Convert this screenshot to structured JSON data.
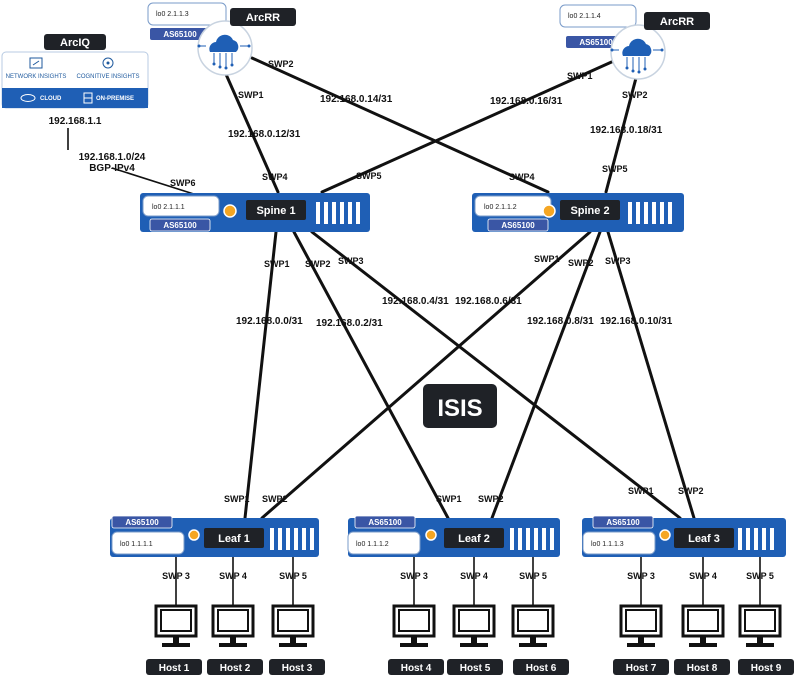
{
  "title": "ISIS",
  "colors": {
    "switch_blue": "#1f5fb5",
    "badge_dark": "#1f2227",
    "as_badge": "#3a56a5",
    "status_dot": "#f5a623",
    "line": "#111111"
  },
  "arciq": {
    "label": "ArcIQ",
    "network_insights": "NETWORK INSIGHTS",
    "cognitive_insights": "COGNITIVE INSIGHTS",
    "cloud": "CLOUD",
    "on_premise": "ON-PREMISE",
    "ip": "192.168.1.1",
    "link_subnet": "192.168.1.0/24",
    "link_protocol": "BGP-IPv4",
    "spine_port": "SWP6"
  },
  "route_reflectors": [
    {
      "label": "ArcRR",
      "loopback": "lo0 2.1.1.3",
      "as": "AS65100",
      "port1": "SWP1",
      "port2": "SWP2",
      "icon": "cloud-network-icon"
    },
    {
      "label": "ArcRR",
      "loopback": "lo0 2.1.1.4",
      "as": "AS65100",
      "port1": "SWP1",
      "port2": "SWP2",
      "icon": "cloud-network-icon"
    }
  ],
  "spines": [
    {
      "label": "Spine 1",
      "loopback": "lo0 2.1.1.1",
      "as": "AS65100",
      "rr_port_a": "SWP4",
      "rr_port_b": "SWP5",
      "port1": "SWP1",
      "port2": "SWP2",
      "port3": "SWP3"
    },
    {
      "label": "Spine 2",
      "loopback": "lo0 2.1.1.2",
      "as": "AS65100",
      "rr_port_a": "SWP5",
      "rr_port_b": "SWP4",
      "port1": "SWP1",
      "port2": "SWP2",
      "port3": "SWP3"
    }
  ],
  "upper_subnets": [
    "192.168.0.12/31",
    "192.168.0.14/31",
    "192.168.0.16/31",
    "192.168.0.18/31"
  ],
  "fabric_subnets": [
    "192.168.0.0/31",
    "192.168.0.2/31",
    "192.168.0.4/31",
    "192.168.0.6/31",
    "192.168.0.8/31",
    "192.168.0.10/31"
  ],
  "leaves": [
    {
      "label": "Leaf 1",
      "loopback": "lo0 1.1.1.1",
      "as": "AS65100",
      "port1": "SWP1",
      "port2": "SWP2"
    },
    {
      "label": "Leaf 2",
      "loopback": "lo0 1.1.1.2",
      "as": "AS65100",
      "port1": "SWP1",
      "port2": "SWP2"
    },
    {
      "label": "Leaf 3",
      "loopback": "lo0 1.1.1.3",
      "as": "AS65100",
      "port1": "SWP1",
      "port2": "SWP2"
    }
  ],
  "host_ports": [
    "SWP 3",
    "SWP 4",
    "SWP 5"
  ],
  "hosts": [
    "Host 1",
    "Host 2",
    "Host 3",
    "Host 4",
    "Host 5",
    "Host 6",
    "Host 7",
    "Host 8",
    "Host 9"
  ]
}
